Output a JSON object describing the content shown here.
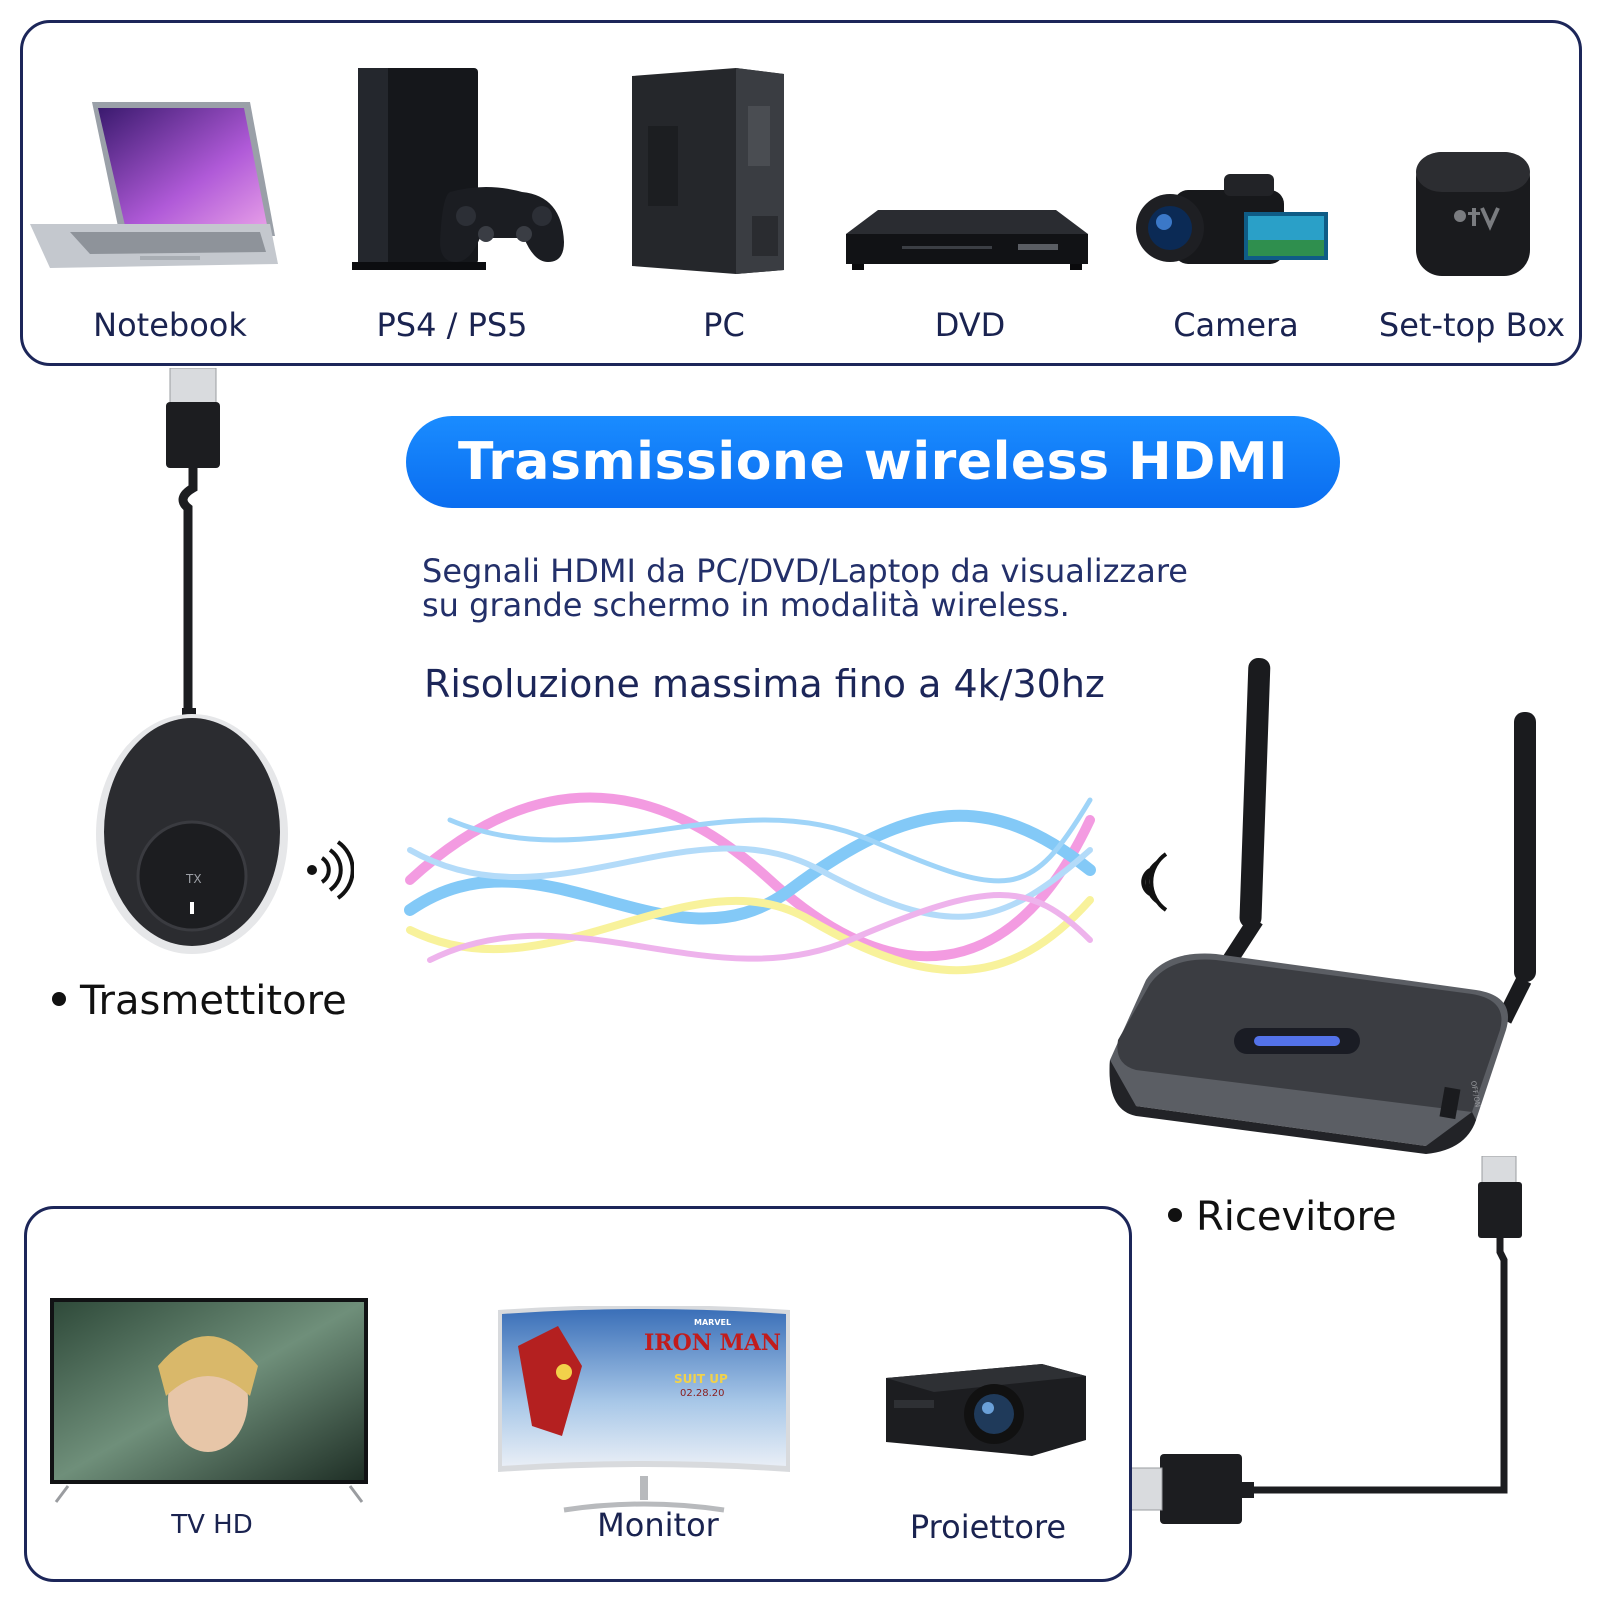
{
  "title": "Trasmissione wireless HDMI",
  "description": {
    "line1": "Segnali HDMI da PC/DVD/Laptop da visualizzare",
    "line2": "su grande schermo in modalità wireless."
  },
  "resolution": "Risoluzione massima fino a 4k/30hz",
  "sources": [
    {
      "label": "Notebook",
      "icon": "laptop-icon"
    },
    {
      "label": "PS4 / PS5",
      "icon": "game-console-icon"
    },
    {
      "label": "PC",
      "icon": "desktop-tower-icon"
    },
    {
      "label": "DVD",
      "icon": "dvd-player-icon"
    },
    {
      "label": "Camera",
      "icon": "camcorder-icon"
    },
    {
      "label": "Set-top Box",
      "icon": "set-top-box-icon"
    }
  ],
  "transmitter": {
    "label": "Trasmettitore",
    "badge": "TX"
  },
  "receiver": {
    "label": "Ricevitore",
    "switch": "OFF/ON"
  },
  "displays": [
    {
      "label": "TV HD",
      "icon": "tv-icon"
    },
    {
      "label": "Monitor",
      "icon": "monitor-icon"
    },
    {
      "label": "Proiettore",
      "icon": "projector-icon"
    }
  ],
  "screen_text": {
    "brand": "MARVEL",
    "movie": "IRON MAN",
    "line": "SUIT UP",
    "date": "02.28.20"
  },
  "colors": {
    "frame": "#1c2659",
    "pill": "#0a6df0",
    "text": "#1a2350",
    "wave_pink": "#f07ad8",
    "wave_blue": "#5ab8f5",
    "wave_yellow": "#f6ee7a"
  }
}
